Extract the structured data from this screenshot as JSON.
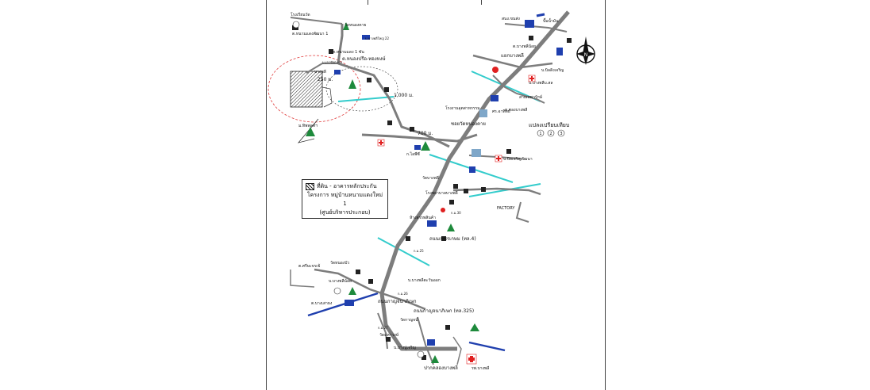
{
  "page": {
    "background": "#ffffff"
  },
  "colors": {
    "road": "#7d7d7d",
    "river": "#33cccc",
    "hospital": "#e02020",
    "building_blue": "#1f3fae",
    "tree_green": "#1e8a3c",
    "zone_circle": "#e03a3a"
  },
  "legend": {
    "row1": "ที่ดิน - อาคารหลักประกัน",
    "row2": "โครงการ หมู่บ้านหนามแดงใหม่ 1",
    "row3": "(ศูนย์บริหารประกอบ)"
  },
  "compass": {
    "north_letter": "N"
  },
  "labels": {
    "north_1": "โรงเรียนวัด",
    "north_2": "ต.หนามแดงพัฒนา 1",
    "north_3": "ม.เลาชัยต.เอก",
    "north_4": "วัดหนองคาย",
    "north_5": "ต.หนามแดง 1 ซัน",
    "north_6": "บ.บางพลีใหญ่ 22",
    "north_7": "ต.หนองปรือ-ทองหงษ์",
    "road_label_1": "บางพลี",
    "dist_250": "250 ม.",
    "dist_1000": "1,000 ม.",
    "dist_700": "700 ม.",
    "site_label": "ม.ทิพพลท์ฯ",
    "junction_1": "ซอยวัดหนองคาย",
    "junction_2": "ก.ไอพีซี",
    "east_1": "สนง.ขนส่ง",
    "east_2": "ปั๊มน้ำมัน",
    "east_3": "ต.บางพลีน้อย",
    "east_4": "บ.บิลดิงเจริญ",
    "east_5": "สายเทพารักษ์",
    "east_6": "บ.บางพลีบ.สล",
    "east_7": "ต.ทองบางพลี",
    "east_8": "บ.บิลเจริญพัฒนา",
    "east_9": "ศร.อาทิตย์",
    "bangpli": "แยกบางพลี",
    "mid_1": "โรงงานอุตสาหกรรม",
    "mid_2": "วัดบางพลี",
    "mid_3": "โรงพยาบาลบางพลี",
    "mid_4": "ห้างสรรพสินค้า",
    "factory": "FACTORY",
    "village": "แปลงเปรียบเทียบ",
    "compare_1": "1",
    "compare_2": "2",
    "compare_3": "3",
    "road4": "ถนนเพชรเกษม (ทล.4)",
    "south_1": "ถนนกาญจนาภิเษก",
    "south_2": "วัดหนองบัว",
    "south_3": "บ.บางพลีตะวันออก",
    "south_4": "วัดกาญจน์",
    "south_5": "ถนนกาญจนาภิเษก (ทล.325)",
    "south_6": "บ.บางปูเจริญ",
    "south_7": "ปากคลองบางพลี",
    "south_8": "รพ.บางพลี",
    "south_9": "วัดมหาวงษ์",
    "south_10": "ต.บางเสาธง",
    "south_11": "ต.ศรีษะจรเข้",
    "south_12": "บ.บางพลีน้อย",
    "km_1": "ก.ม.25",
    "km_2": "ก.ม.26",
    "km_3": "ก.ม.27",
    "km_4": "ก.ม.30"
  }
}
